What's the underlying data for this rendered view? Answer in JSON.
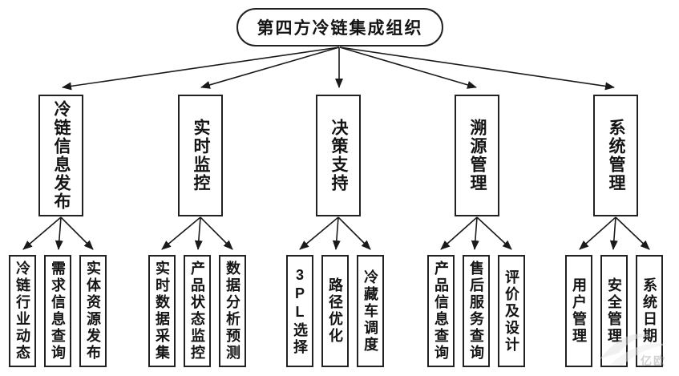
{
  "diagram": {
    "root": {
      "label": "第四方冷链集成组织"
    },
    "branches": [
      {
        "label": "冷链信息发布",
        "children": [
          "冷链行业动态",
          "需求信息查询",
          "实体资源发布"
        ]
      },
      {
        "label": "实时监控",
        "children": [
          "实时数据采集",
          "产品状态监控",
          "数据分析预测"
        ]
      },
      {
        "label": "决策支持",
        "children": [
          "3PL选择",
          "路径优化",
          "冷藏车调度"
        ]
      },
      {
        "label": "溯源管理",
        "children": [
          "产品信息查询",
          "售后服务查询",
          "评价及设计"
        ]
      },
      {
        "label": "系统管理",
        "children": [
          "用户管理",
          "安全管理",
          "系统日期"
        ]
      }
    ]
  },
  "watermark": {
    "text": "亿欧"
  },
  "colors": {
    "line": "#1a1a1a",
    "box_border": "#212121",
    "text": "#141414",
    "background": "#ffffff",
    "watermark": "#9a9a9a"
  }
}
